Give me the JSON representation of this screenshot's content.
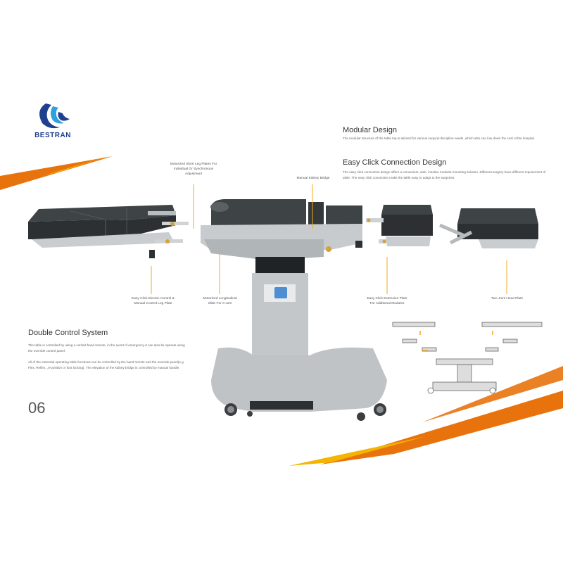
{
  "brand": {
    "name": "BESTRAN",
    "colors": {
      "logo_blue": "#1f3f8f",
      "logo_light": "#2ea0e0",
      "accent_orange": "#e8730c",
      "accent_yellow": "#f5b400"
    }
  },
  "sections": {
    "modular": {
      "title": "Modular Design",
      "body": "The modular structure of the table top is tailored for various surgical discipline needs ,which also can low down the cost of the hospital."
    },
    "easy_click": {
      "title": "Easy Click Connection Design",
      "body": "The easy click connection design offers a convenient ,safe, intuitive modular mounting solution. Different surgery have different requirement of table. The easy click connection make the table easy to adapt to the surgeries."
    },
    "double_control": {
      "title": "Double Control System",
      "para1": "The table is controlled by using a corded hand remote, in the event of emergency-it can also be operate using the override control panel.",
      "para2": "All of the essential operating table functions can be controlled by the hand remote and the override panel(e.g. Flex, Reflex, ,0-position or foot locking). The elevation of the kidney bridge is controlled by manual handle."
    }
  },
  "callouts": {
    "short_leg": [
      "Motorized Short Leg Plates For",
      "Individual Or Synchronous",
      "Adjustment"
    ],
    "kidney_bridge": [
      "Manual Kidney Bridge"
    ],
    "electric_control": [
      "Easy Click Electric Control &",
      "Manual Control Leg Plate"
    ],
    "longitudinal_slide": [
      "Motorized Longitudinal",
      "Slide For C-arm"
    ],
    "extension_plate": [
      "Easy Click Extension Plate",
      "For Additional Modules"
    ],
    "head_plate": [
      "Two Joint  Head Plate"
    ]
  },
  "page_number": "06",
  "icons": [
    "bestran-logo-icon"
  ]
}
